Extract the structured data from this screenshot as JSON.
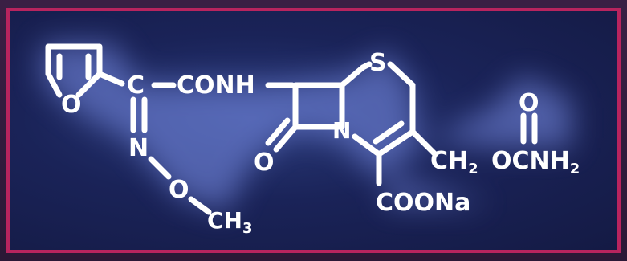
{
  "molecule": {
    "labels": {
      "furan_o": "O",
      "c_alpha": "C",
      "amide": "CONH",
      "imine_n": "N",
      "ether_o": "O",
      "methyl": "CH",
      "methyl_sub": "3",
      "sulfur": "S",
      "ring_n": "N",
      "lactam_o": "O",
      "carboxylate": "COONa",
      "side_ch2": "CH",
      "side_ch2_sub": "2",
      "side_ocnh": "OCNH",
      "side_nh2_sub": "2",
      "carbamate_o": "O"
    },
    "colors": {
      "panel_border": "#b8245e",
      "glow": "#7a8fe8",
      "ink": "#ffffff"
    }
  }
}
